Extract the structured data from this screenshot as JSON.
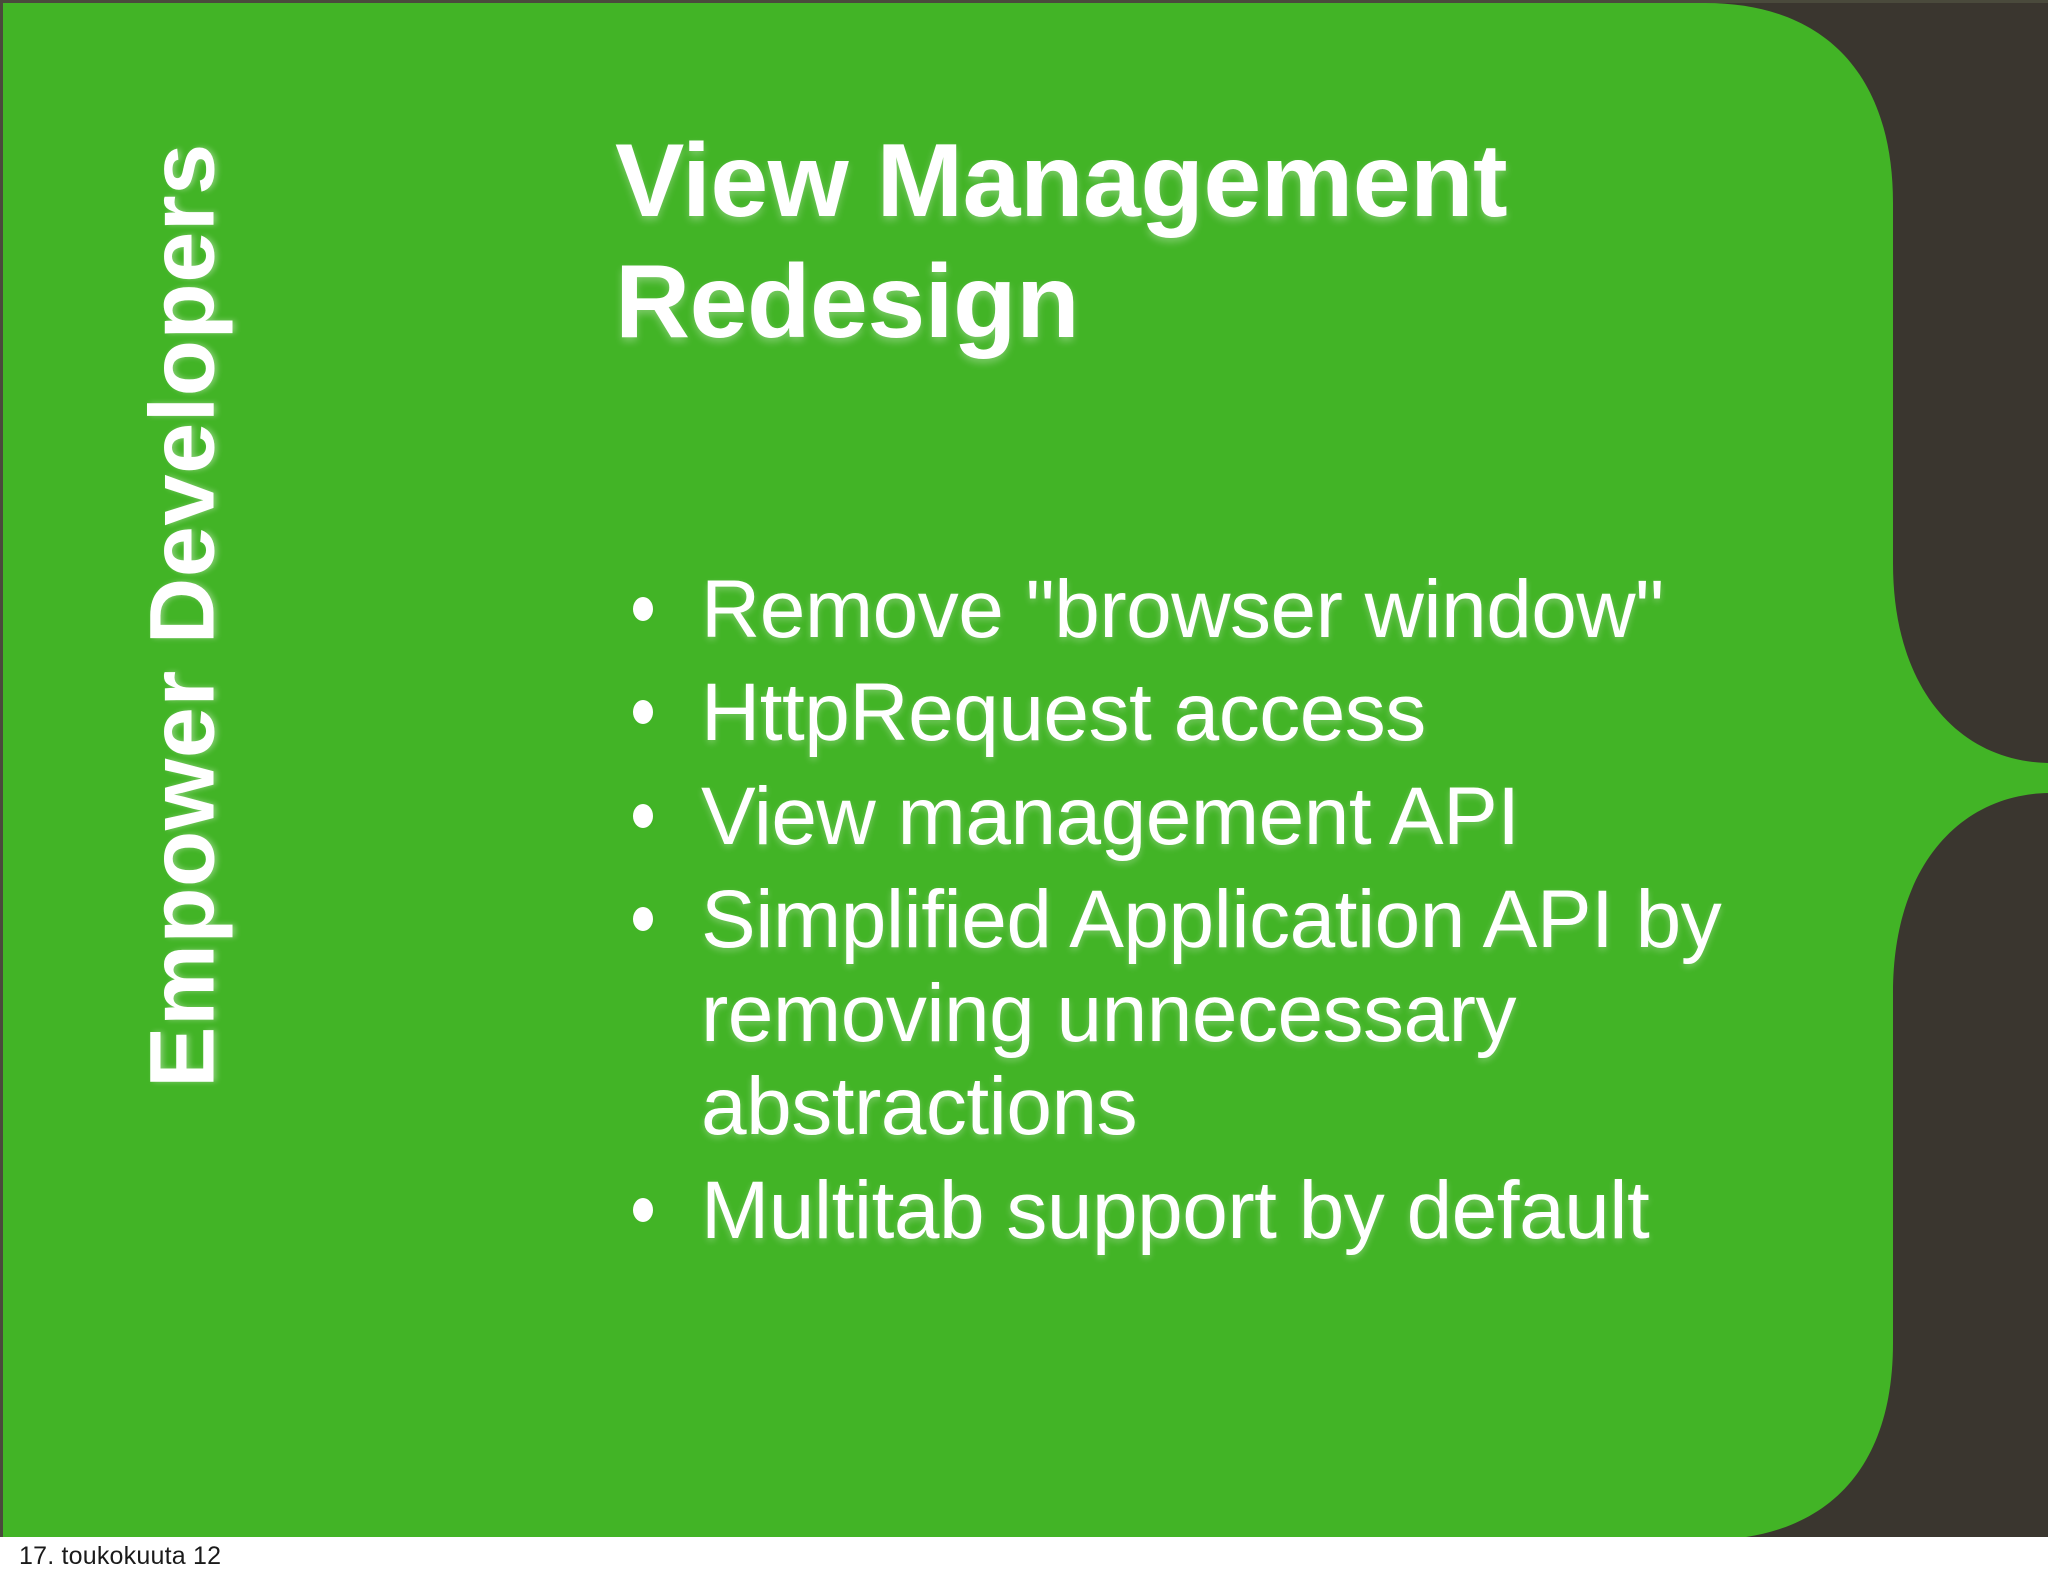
{
  "slide": {
    "side_label": "Empower Developers",
    "title": "View Management Redesign",
    "bullets": [
      "Remove \"browser window\"",
      "HttpRequest access",
      "View management API",
      "Simplified Application API by removing unnecessary abstractions",
      "Multitab support by default"
    ],
    "footer_date": "17. toukokuuta 12",
    "colors": {
      "panel_green": "#42b426",
      "backdrop_dark": "#3a362f",
      "text_white": "#ffffff",
      "footer_background": "#ffffff",
      "footer_text": "#1a1a1a",
      "slide_border": "#4a4a3c"
    }
  }
}
